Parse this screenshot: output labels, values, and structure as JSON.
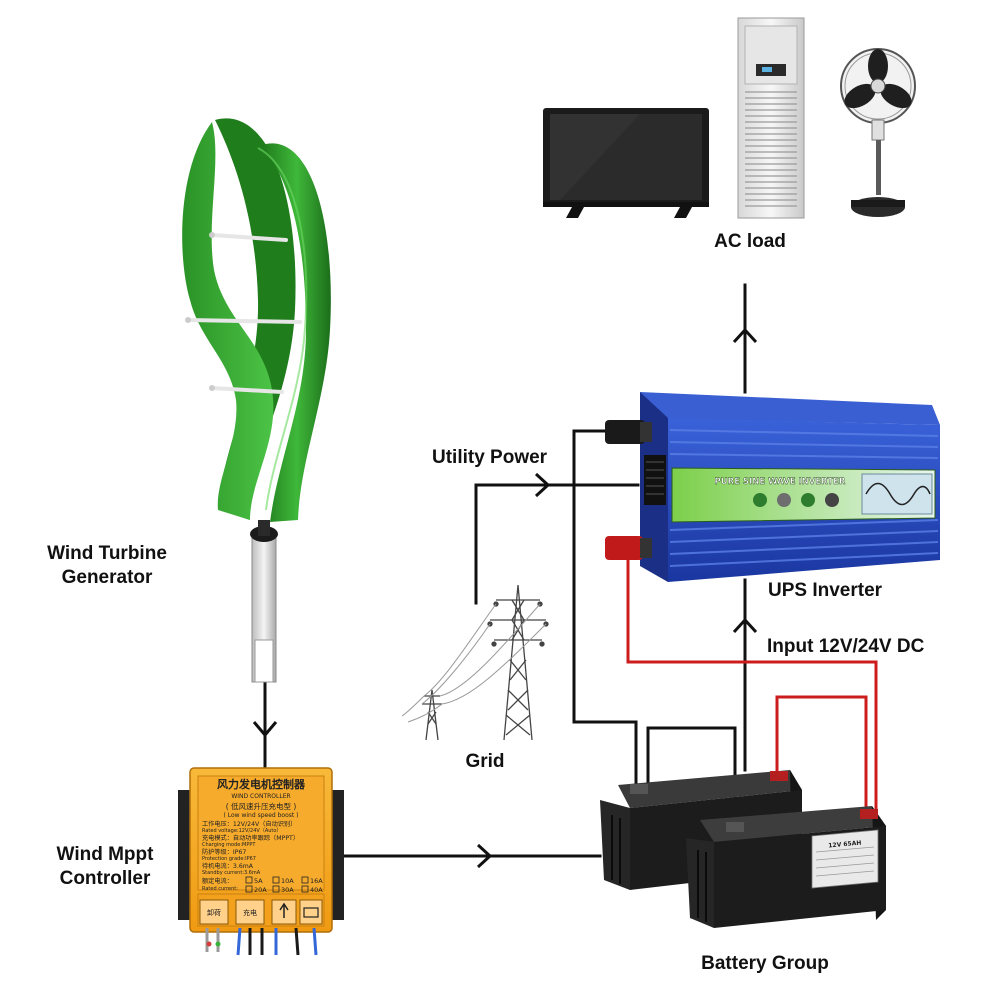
{
  "labels": {
    "ac_load": "AC load",
    "utility_power": "Utility Power",
    "wind_turbine_line1": "Wind Turbine",
    "wind_turbine_line2": "Generator",
    "ups_inverter": "UPS Inverter",
    "input_dc": "Input 12V/24V DC",
    "grid": "Grid",
    "wind_mppt_line1": "Wind Mppt",
    "wind_mppt_line2": "Controller",
    "battery_group": "Battery Group"
  },
  "inverter": {
    "banner": "PURE SINE WAVE INVERTER"
  },
  "controller": {
    "title_cn": "风力发电机控制器",
    "title_en": "WIND CONTROLLER",
    "subtitle_cn": "( 低风速升压充电型 )",
    "subtitle_en": "( Low wind speed boost )",
    "lines": [
      "工作电压：12V/24V（自动识别）",
      "Rated voltage:12V/24V（Auto）",
      "充电模式：自动功率跟踪（MPPT）",
      "Charging mode:MPPT",
      "防护等级：IP67",
      "Protection grade:IP67",
      "待机电流：3.6mA",
      "Standby current:3.6mA"
    ],
    "current_label_cn": "额定电流：",
    "current_label_en": "Rated current:",
    "current_options": [
      "5A",
      "10A",
      "16A",
      "20A",
      "30A",
      "40A"
    ],
    "port_labels": [
      "卸荷",
      "充电"
    ]
  },
  "battery": {
    "label_text": "12V 65AH"
  },
  "colors": {
    "turbine_green": "#2e9a2a",
    "inverter_blue": "#2447b8",
    "controller_orange": "#f5a623",
    "battery_black": "#1c1c1c",
    "dc_positive_red": "#d42020",
    "wire_black": "#111111"
  }
}
